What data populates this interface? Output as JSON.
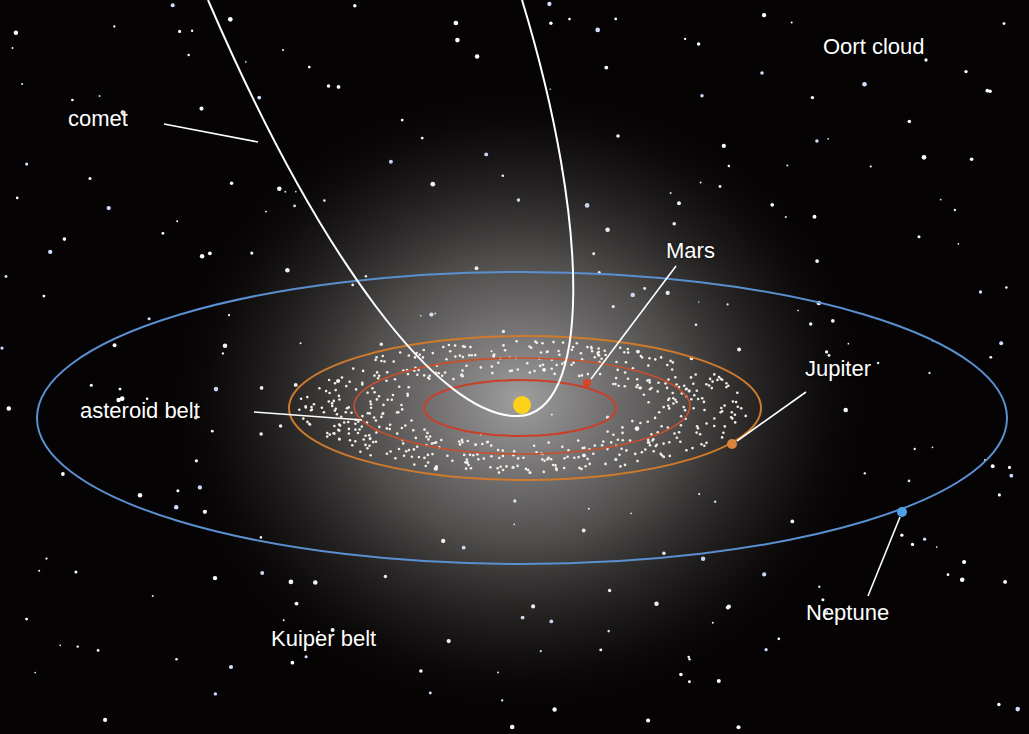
{
  "diagram": {
    "labels": [
      "Oort cloud",
      "comet",
      "Mars",
      "Jupiter",
      "asteroid belt",
      "Neptune",
      "Kuiper belt"
    ]
  }
}
